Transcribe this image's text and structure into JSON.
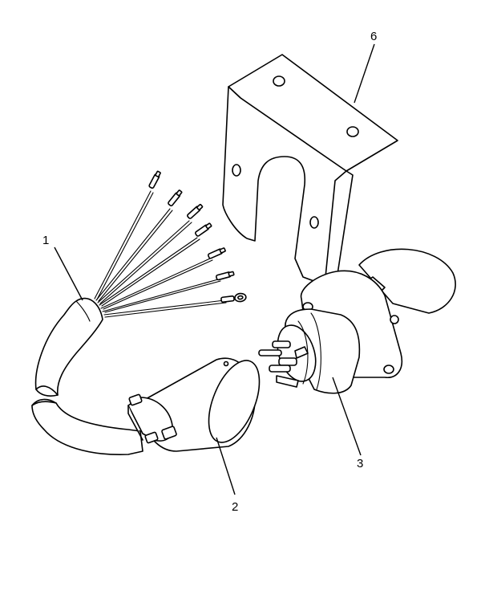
{
  "callouts": {
    "c1": "1",
    "c2": "2",
    "c3": "3",
    "c6": "6"
  },
  "colors": {
    "line": "#000000",
    "background": "#ffffff",
    "footer_text": "#9a9a9a"
  }
}
